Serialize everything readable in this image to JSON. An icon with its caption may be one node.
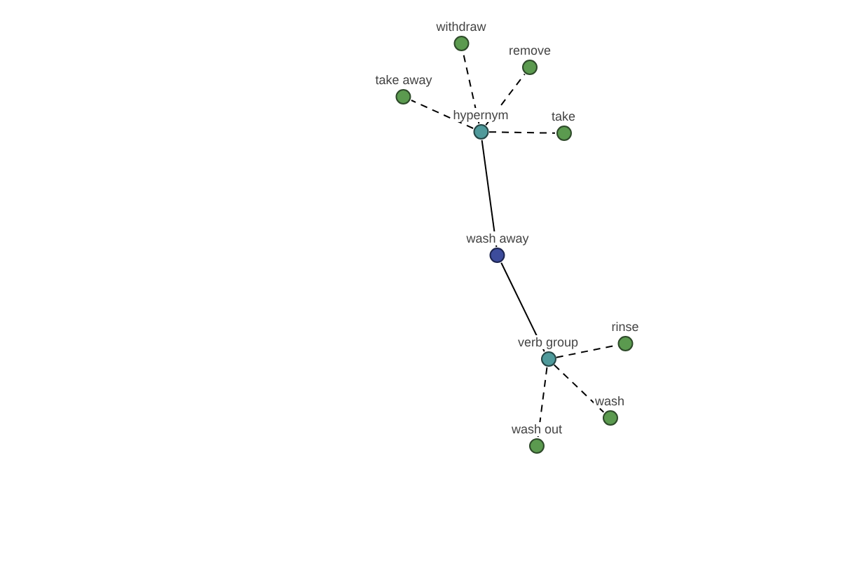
{
  "diagram": {
    "nodes": [
      {
        "text": [
          "withdraw"
        ]
      },
      {
        "text": [
          "remove"
        ]
      },
      {
        "text": [
          "take away"
        ]
      },
      {
        "text": [
          "hypernym"
        ]
      },
      {
        "text": [
          "take"
        ]
      },
      {
        "text": [
          "wash away"
        ]
      },
      {
        "text": [
          "verb group"
        ]
      },
      {
        "text": [
          "rinse"
        ]
      },
      {
        "text": [
          "wash"
        ]
      },
      {
        "text": [
          "wash out"
        ]
      }
    ],
    "edges": [
      {
        "from": 3,
        "to": 0,
        "arrow": "none",
        "style": "dashed"
      },
      {
        "from": 3,
        "to": 1,
        "arrow": "none",
        "style": "dashed"
      },
      {
        "from": 3,
        "to": 2,
        "arrow": "none",
        "style": "dashed"
      },
      {
        "from": 3,
        "to": 4,
        "arrow": "none",
        "style": "dashed"
      },
      {
        "from": 5,
        "to": 3,
        "arrow": "none"
      },
      {
        "from": 5,
        "to": 6,
        "arrow": "none"
      },
      {
        "from": 6,
        "to": 7,
        "arrow": "none",
        "style": "dashed"
      },
      {
        "from": 6,
        "to": 8,
        "arrow": "none",
        "style": "dashed"
      },
      {
        "from": 6,
        "to": 9,
        "arrow": "none",
        "style": "dashed"
      }
    ]
  }
}
